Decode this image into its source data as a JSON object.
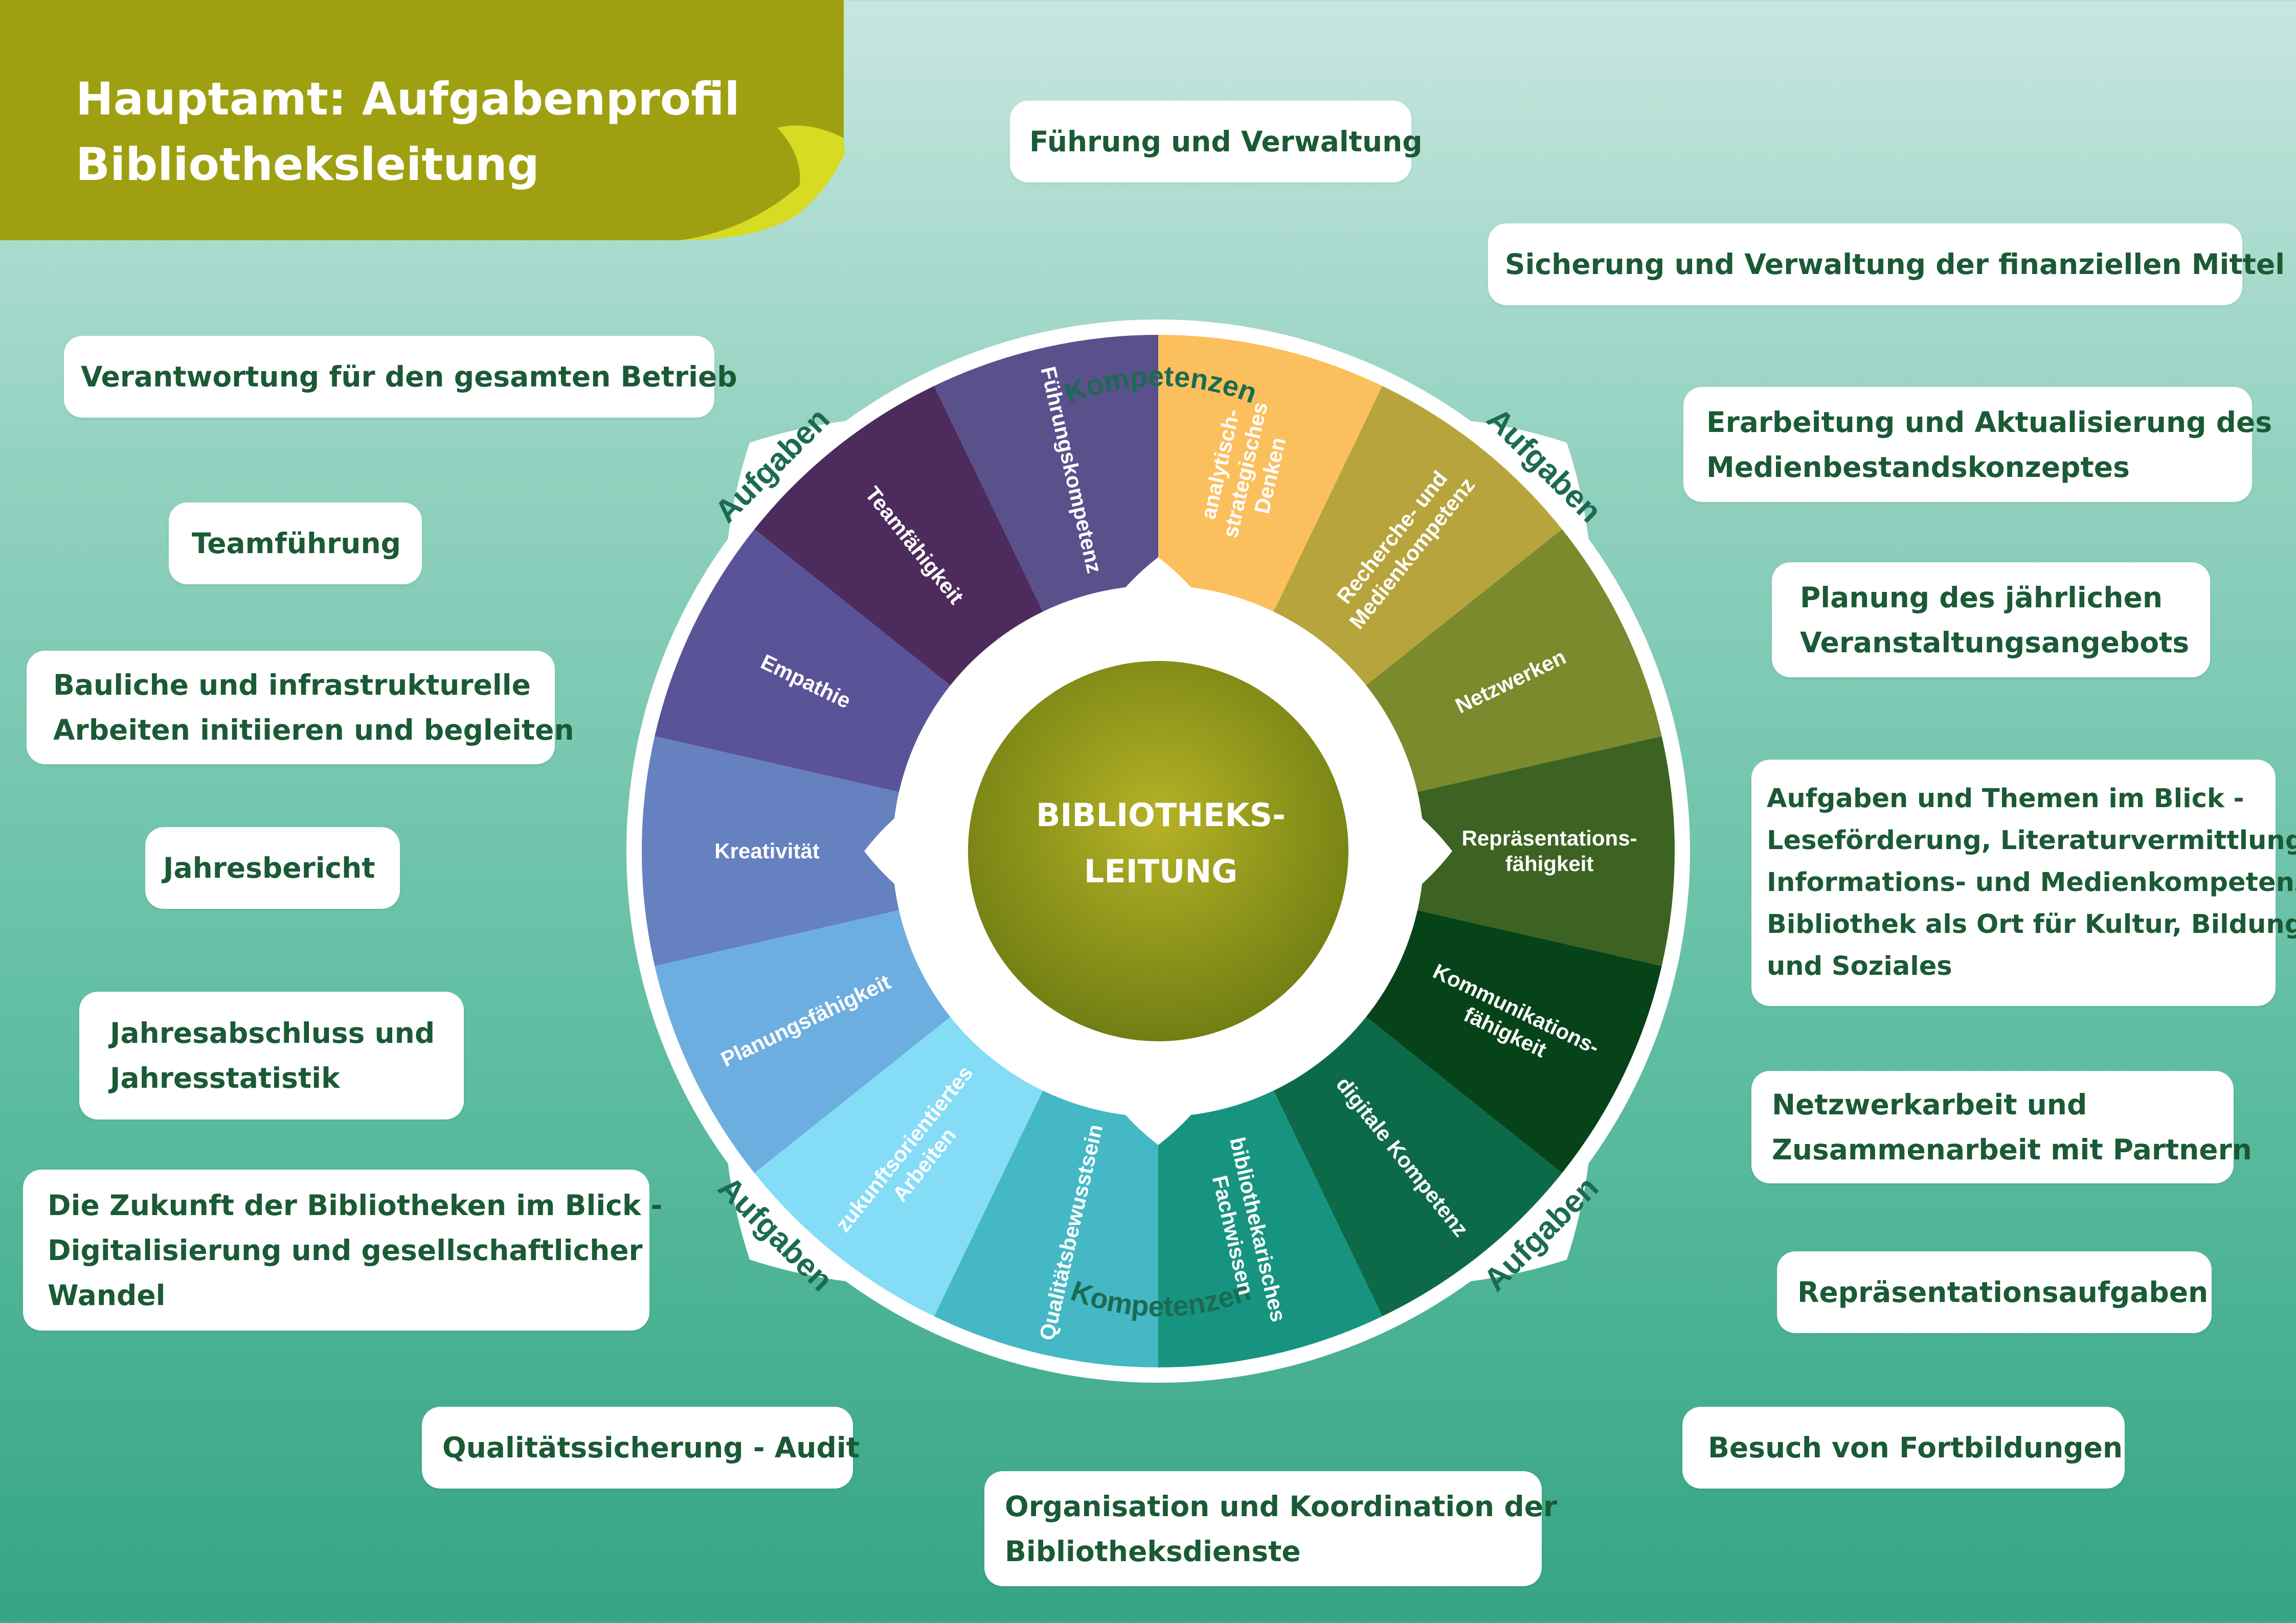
{
  "header": {
    "title_line1": "Hauptamt: Aufgabenprofil",
    "title_line2": "Bibliotheksleitung"
  },
  "colors": {
    "header_bg": "#9fa011",
    "header_accent": "#d7db21",
    "text_green": "#1a5a35",
    "ring_label": "#1b6b52",
    "center_gradient": [
      "#b5b226",
      "#6f7d12"
    ]
  },
  "center": {
    "line1": "BIBLIOTHEKS-",
    "line2": "LEITUNG"
  },
  "ring_labels": {
    "kompetenzen": "Kompetenzen",
    "aufgaben": "Aufgaben"
  },
  "competencies": [
    {
      "lines": [
        "analytisch-",
        "strategisches",
        "Denken"
      ],
      "color": "#fbbf5d"
    },
    {
      "lines": [
        "Recherche- und",
        "Medienkompetenz"
      ],
      "color": "#b8a43c"
    },
    {
      "lines": [
        "Netzwerken"
      ],
      "color": "#7a8a2c"
    },
    {
      "lines": [
        "Repräsentations-",
        "fähigkeit"
      ],
      "color": "#3d6322"
    },
    {
      "lines": [
        "Kommunikations-",
        "fähigkeit"
      ],
      "color": "#064319"
    },
    {
      "lines": [
        "digitale Kompetenz"
      ],
      "color": "#0d6a48"
    },
    {
      "lines": [
        "bibliothekarisches",
        "Fachwissen"
      ],
      "color": "#179480"
    },
    {
      "lines": [
        "Qualitätsbewusstsein"
      ],
      "color": "#45b8c5"
    },
    {
      "lines": [
        "zukunftsorientiertes",
        "Arbeiten"
      ],
      "color": "#84dcf7"
    },
    {
      "lines": [
        "Planungsfähigkeit"
      ],
      "color": "#6daee0"
    },
    {
      "lines": [
        "Kreativität"
      ],
      "color": "#6581c0"
    },
    {
      "lines": [
        "Empathie"
      ],
      "color": "#5b5397"
    },
    {
      "lines": [
        "Teamfähigkeit"
      ],
      "color": "#4d2b5c"
    },
    {
      "lines": [
        "Führungskompetenz"
      ],
      "color": "#5a508c"
    }
  ],
  "tasks_left": [
    {
      "lines": [
        "Verantwortung für den gesamten Betrieb"
      ]
    },
    {
      "lines": [
        "Teamführung"
      ]
    },
    {
      "lines": [
        "Bauliche und infrastrukturelle",
        "Arbeiten initiieren und begleiten"
      ]
    },
    {
      "lines": [
        "Jahresbericht"
      ]
    },
    {
      "lines": [
        "Jahresabschluss und",
        "Jahresstatistik"
      ]
    },
    {
      "lines": [
        "Die Zukunft der Bibliotheken im Blick -",
        "Digitalisierung und gesellschaftlicher",
        "Wandel"
      ]
    },
    {
      "lines": [
        "Qualitätssicherung - Audit"
      ]
    }
  ],
  "tasks_center": [
    {
      "lines": [
        "Führung und Verwaltung"
      ]
    },
    {
      "lines": [
        "Organisation und Koordination der",
        "Bibliotheksdienste"
      ]
    }
  ],
  "tasks_right": [
    {
      "lines": [
        "Sicherung und Verwaltung der finanziellen Mittel"
      ]
    },
    {
      "lines": [
        "Erarbeitung und Aktualisierung des",
        "Medienbestandskonzeptes"
      ]
    },
    {
      "lines": [
        "Planung des jährlichen",
        "Veranstaltungsangebots"
      ]
    },
    {
      "lines": [
        "Aufgaben und Themen im Blick -",
        "Leseförderung, Literaturvermittlung,",
        "Informations- und Medienkompetenz,",
        "Bibliothek als Ort für Kultur, Bildung",
        "und Soziales"
      ]
    },
    {
      "lines": [
        "Netzwerkarbeit und",
        "Zusammenarbeit mit Partnern"
      ]
    },
    {
      "lines": [
        "Repräsentationsaufgaben"
      ]
    },
    {
      "lines": [
        "Besuch von Fortbildungen"
      ]
    }
  ]
}
